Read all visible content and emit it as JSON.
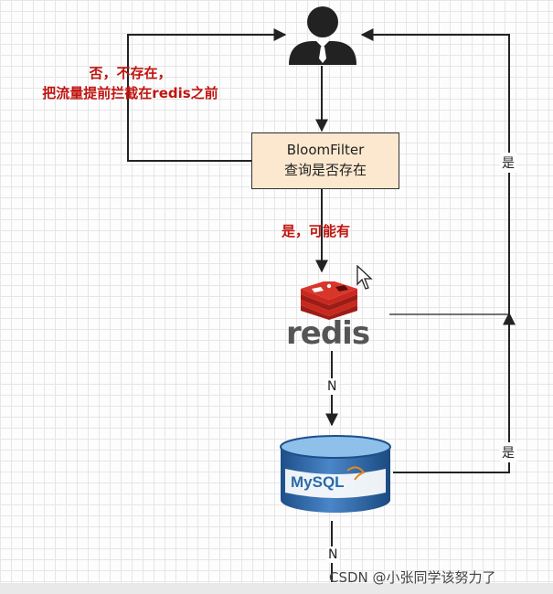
{
  "diagram": {
    "note_reject_line1": "否，不存在，",
    "note_reject_line2": "把流量提前拦截在redis之前",
    "bloomfilter_title": "BloomFilter",
    "bloomfilter_subtitle": "查询是否存在",
    "edge_maybe": "是，可能有",
    "redis_label": "redis",
    "edge_redis_no": "N",
    "mysql_label": "MySQL",
    "edge_mysql_no": "N",
    "edge_redis_yes": "是",
    "edge_mysql_yes": "是"
  },
  "watermark": "CSDN @小张同学该努力了",
  "colors": {
    "note_red": "#c0150f",
    "box_fill": "#fbe8cf",
    "redis_red": "#c8281e",
    "mysql_blue": "#2b6aa8"
  }
}
